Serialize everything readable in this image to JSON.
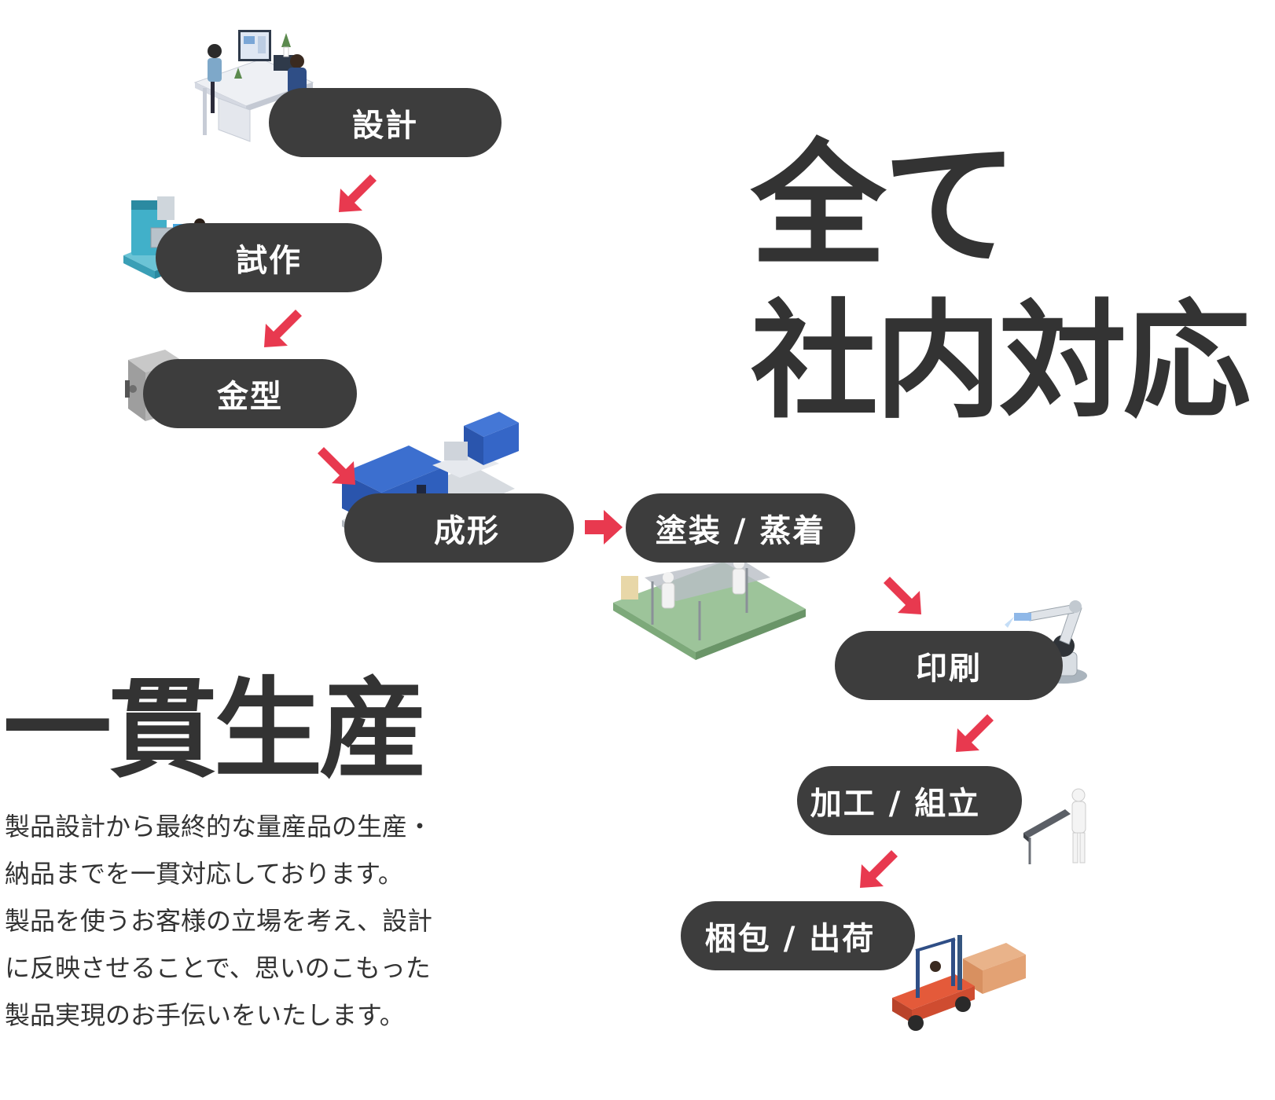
{
  "headline": {
    "line1": "全て",
    "line2": "社内対応"
  },
  "title": "一貫生産",
  "description": [
    "製品設計から最終的な量産品の生産・",
    "納品までを一貫対応しております。",
    "製品を使うお客様の立場を考え、設計",
    "に反映させることで、思いのこもった",
    "製品実現のお手伝いをいたします。"
  ],
  "steps": [
    {
      "label": "設計",
      "icon": "office-design-illustration"
    },
    {
      "label": "試作",
      "icon": "milling-machine-illustration"
    },
    {
      "label": "金型",
      "icon": "mold-illustration"
    },
    {
      "label": "成形",
      "icon": "injection-molding-machine-illustration"
    },
    {
      "label": "塗装 / 蒸着",
      "icon": "painting-line-illustration"
    },
    {
      "label": "印刷",
      "icon": "robot-arm-illustration"
    },
    {
      "label": "加工 / 組立",
      "icon": "assembly-worker-illustration"
    },
    {
      "label": "梱包 / 出荷",
      "icon": "forklift-illustration"
    }
  ],
  "colors": {
    "pill": "#3d3d3d",
    "arrow": "#e8394f",
    "text": "#333333"
  }
}
